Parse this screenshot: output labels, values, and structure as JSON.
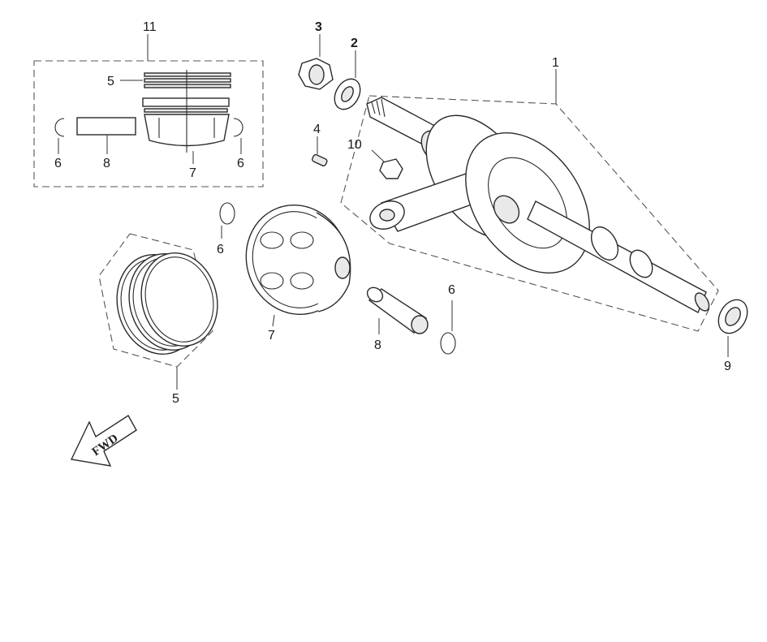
{
  "callouts": {
    "c1": "1",
    "c2": "2",
    "c3": "3",
    "c4": "4",
    "c5_kit": "5",
    "c5_main": "5",
    "c6_kit_left": "6",
    "c6_kit_right": "6",
    "c6_main_left": "6",
    "c6_main_right": "6",
    "c7_kit": "7",
    "c7_main": "7",
    "c8_kit": "8",
    "c8_main": "8",
    "c9": "9",
    "c10": "10",
    "c11": "11"
  },
  "direction_arrow": {
    "label": "FWD"
  }
}
